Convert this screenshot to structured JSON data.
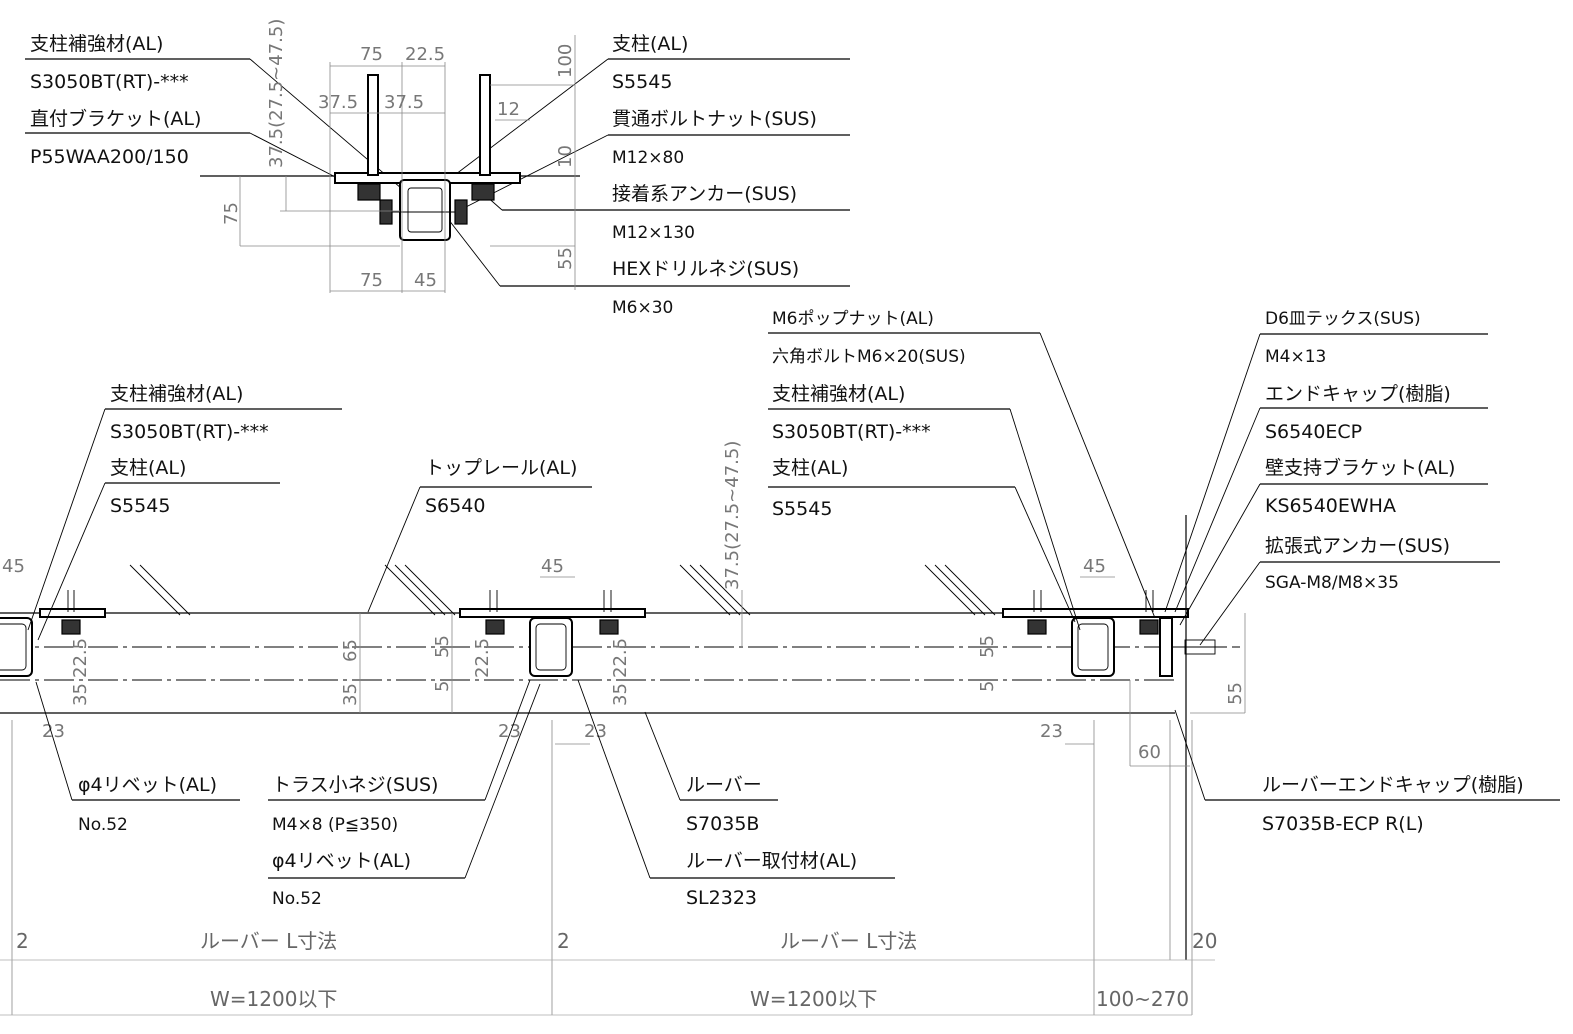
{
  "top_detail": {
    "labels_left": [
      "支柱補強材(AL)",
      "S3050BT(RT)-***",
      "直付ブラケット(AL)",
      "P55WAA200/150"
    ],
    "labels_right": [
      "支柱(AL)",
      "S5545",
      "貫通ボルトナット(SUS)",
      "M12×80",
      "接着系アンカー(SUS)",
      "M12×130",
      "HEXドリルネジ(SUS)",
      "M6×30"
    ],
    "dims": {
      "d75_top": "75",
      "d22_5_top": "22.5",
      "d37_5_a": "37.5",
      "d37_5_b": "37.5",
      "d12": "12",
      "d100": "100",
      "d10": "10",
      "d55": "55",
      "d75_left": "75",
      "d37_5_range": "37.5(27.5~47.5)",
      "d75_bottom": "75",
      "d45_bottom": "45"
    }
  },
  "plan_labels": {
    "left_group": [
      "支柱補強材(AL)",
      "S3050BT(RT)-***",
      "支柱(AL)",
      "S5545"
    ],
    "top_rail": [
      "トップレール(AL)",
      "S6540"
    ],
    "mid_group": [
      "M6ポップナット(AL)",
      "六角ボルトM6×20(SUS)",
      "支柱補強材(AL)",
      "S3050BT(RT)-***",
      "支柱(AL)",
      "S5545"
    ],
    "right_group": [
      "D6皿テックス(SUS)",
      "M4×13",
      "エンドキャップ(樹脂)",
      "S6540ECP",
      "壁支持ブラケット(AL)",
      "KS6540EWHA",
      "拡張式アンカー(SUS)",
      "SGA-M8/M8×35"
    ],
    "bottom_left": [
      "φ4リベット(AL)",
      "No.52"
    ],
    "bottom_mid": [
      "トラス小ネジ(SUS)",
      "M4×8 (P≦350)",
      "φ4リベット(AL)",
      "No.52"
    ],
    "bottom_louver": [
      "ルーバー",
      "S7035B",
      "ルーバー取付材(AL)",
      "SL2323"
    ],
    "bottom_right": [
      "ルーバーエンドキャップ(樹脂)",
      "S7035B-ECP R(L)"
    ]
  },
  "plan_dims": {
    "d45_a": "45",
    "d45_b": "45",
    "d45_c": "45",
    "d23_a": "23",
    "d23_b": "23",
    "d23_c": "23",
    "d23_d": "23",
    "d22_5_a": "22.5",
    "d22_5_b": "22.5",
    "d22_5_c": "22.5",
    "d35_a": "35",
    "d35_b": "35",
    "d35_c": "35",
    "d65": "65",
    "d55_a": "55",
    "d55_b": "55",
    "d55_c": "55",
    "d5_a": "5",
    "d5_b": "5",
    "d37_5_range": "37.5(27.5~47.5)",
    "d60": "60",
    "d2_a": "2",
    "d2_b": "2",
    "d20": "20",
    "louver_L1": "ルーバー L寸法",
    "louver_L2": "ルーバー L寸法",
    "W1": "W=1200以下",
    "W2": "W=1200以下",
    "range": "100~270"
  }
}
